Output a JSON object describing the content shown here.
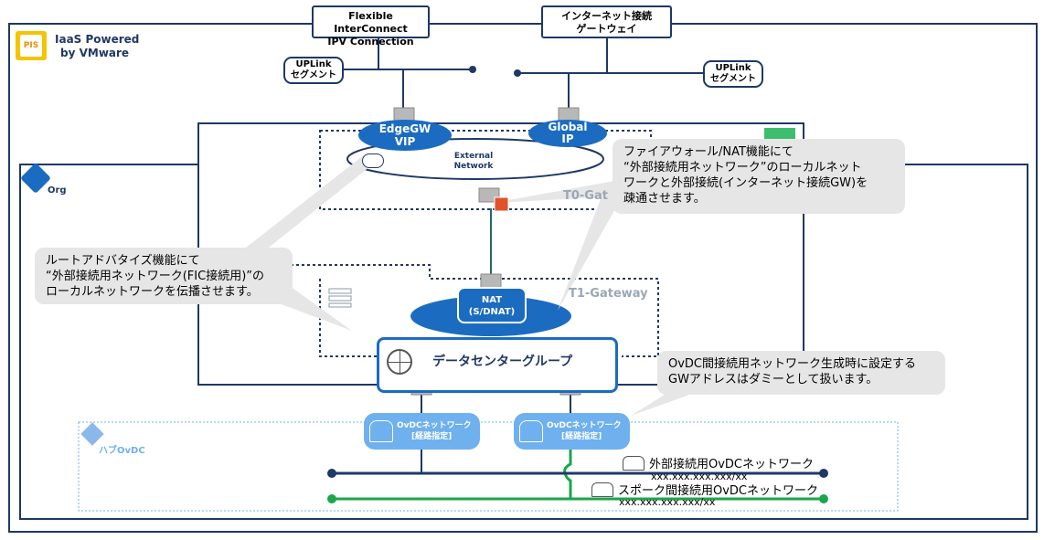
{
  "logo": {
    "text": "PIS",
    "title_line1": "IaaS Powered",
    "title_line2": "by VMware"
  },
  "top_boxes": {
    "fic": {
      "line1": "Flexible InterConnect",
      "line2": "IPV Connection"
    },
    "internet": {
      "line1": "インターネット接続",
      "line2": "ゲートウェイ"
    }
  },
  "uplinks": {
    "left": {
      "line1": "UPLink",
      "line2": "セグメント"
    },
    "right": {
      "line1": "UPLink",
      "line2": "セグメント"
    }
  },
  "edge_gw": {
    "line1": "EdgeGW",
    "line2": "VIP"
  },
  "global_ip": {
    "line1": "Global",
    "line2": "IP"
  },
  "external_network": {
    "line1": "External",
    "line2": "Network"
  },
  "t0_gateway": "T0-Gat",
  "org_label": "Org",
  "t1_gateway": "T1-Gateway",
  "nat": {
    "line1": "NAT",
    "line2": "(S/DNAT)"
  },
  "datacenter_group": "データセンターグループ",
  "hub_ovdc": "ハブOvDC",
  "ovdc_networks": [
    {
      "line1": "OvDCネットワーク",
      "line2": "[経路指定]"
    },
    {
      "line1": "OvDCネットワーク",
      "line2": "[経路指定]"
    }
  ],
  "networks": {
    "external": {
      "name": "外部接続用OvDCネットワーク",
      "address": "xxx.xxx.xxx.xxx/xx"
    },
    "spoke": {
      "name": "スポーク間接続用OvDCネットワーク",
      "address": "xxx.xxx.xxx.xxx/xx"
    }
  },
  "callouts": {
    "firewall": {
      "line1": "ファイアウォール/NAT機能にて",
      "line2": "“外部接続用ネットワーク”のローカルネット",
      "line3": "ワークと外部接続(インターネット接続GW)を",
      "line4": "疎通させます。"
    },
    "route_ad": {
      "line1": "ルートアドバタイズ機能にて",
      "line2": "“外部接続用ネットワーク(FIC接続用)”の",
      "line3": "ローカルネットワークを伝播させます。"
    },
    "gw_dummy": {
      "line1": "OvDC間接続用ネットワーク生成時に設定する",
      "line2": "GWアドレスはダミーとして扱います。"
    }
  },
  "colors": {
    "navy": "#1f3864",
    "blue": "#1b6cc0",
    "light_blue": "#6fb0ee",
    "green": "#1aa64a",
    "teal": "#1e6b6b",
    "callout_bg": "#e6e6e6"
  }
}
